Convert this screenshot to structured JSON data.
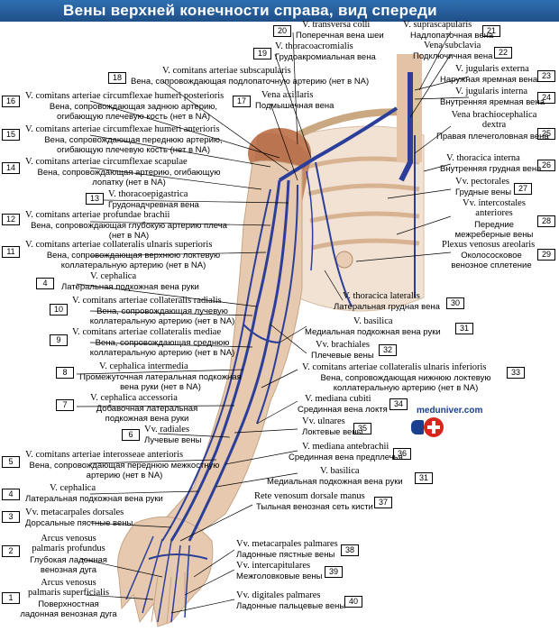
{
  "title": "Вены верхней конечности справа, вид спереди",
  "watermark": "meduniver.com",
  "colors": {
    "title_bar": "#2a64a4",
    "vein": "#2b3f9a",
    "bone": "#c9a882",
    "muscle": "#b97d5a"
  },
  "left_labels": [
    {
      "n": "16",
      "lat": "V. comitans arteriae circumflexae humeri posterioris",
      "ru": "Вена, сопровождающая заднюю артерию, огибающую плечевую кость (нет в NA)"
    },
    {
      "n": "15",
      "lat": "V. comitans arteriae circumflexae humeri anterioris",
      "ru": "Вена, сопровождающая переднюю артерию, огибающую плечевую кость (нет в NA)"
    },
    {
      "n": "14",
      "lat": "V. comitans arteriae circumflexae scapulae",
      "ru": "Вена, сопровождающая артерию, огибающую лопатку (нет в NA)"
    },
    {
      "n": "13",
      "lat": "V. thoracoepigastrica",
      "ru": "Грудонадчревная вена"
    },
    {
      "n": "12",
      "lat": "V. comitans arteriae profundae brachii",
      "ru": "Вена, сопровождающая глубокую артерию плеча (нет в NA)"
    },
    {
      "n": "11",
      "lat": "V. comitans arteriae collateralis ulnaris superioris",
      "ru": "Вена, сопровождающая верхнюю локтевую коллатеральную артерию (нет в NA)"
    },
    {
      "n": "4",
      "lat": "V. cephalica",
      "ru": "Латеральная подкожная вена руки"
    },
    {
      "n": "10",
      "lat": "V. comitans arteriae collateralis radialis",
      "ru": "Вена, сопровождающая лучевую коллатеральную артерию (нет в NA)"
    },
    {
      "n": "9",
      "lat": "V. comitans arteriae collateralis mediae",
      "ru": "Вена, сопровождающая среднюю коллатеральную артерию (нет в NA)"
    },
    {
      "n": "8",
      "lat": "V. cephalica intermedia",
      "ru": "Промежуточная латеральная подкожная вена руки (нет в NA)"
    },
    {
      "n": "7",
      "lat": "V. cephalica accessoria",
      "ru": "Добавочная латеральная подкожная вена руки"
    },
    {
      "n": "6",
      "lat": "Vv. radiales",
      "ru": "Лучевые вены"
    },
    {
      "n": "5",
      "lat": "V. comitans arteriae interosseae anterioris",
      "ru": "Вена, сопровождающая переднюю межкостную артерию (нет в NA)"
    },
    {
      "n": "4",
      "lat": "V. cephalica",
      "ru": "Латеральная подкожная вена руки"
    },
    {
      "n": "3",
      "lat": "Vv. metacarpales dorsales",
      "ru": "Дорсальные пястные вены"
    },
    {
      "n": "2",
      "lat": "Arcus venosus palmaris profundus",
      "ru": "Глубокая ладонная венозная дуга"
    },
    {
      "n": "1",
      "lat": "Arcus venosus palmaris superficialis",
      "ru": "Поверхностная ладонная венозная дуга"
    }
  ],
  "top_labels": [
    {
      "n": "20",
      "lat": "V. transversa colli",
      "ru": "Поперечная вена шеи"
    },
    {
      "n": "19",
      "lat": "V. thoracoacromialis",
      "ru": "Грудоакромиальная вена"
    },
    {
      "n": "18",
      "lat": "V. comitans arteriae subscapularis",
      "ru": "Вена, сопровождающая подлопаточную артерию (нет в NA)"
    },
    {
      "n": "17",
      "lat": "Vena axillaris",
      "ru": "Подмышечная вена"
    }
  ],
  "right_labels": [
    {
      "n": "21",
      "lat": "V. suprascapularis",
      "ru": "Надлопаточная вена"
    },
    {
      "n": "22",
      "lat": "Vena subclavia",
      "ru": "Подключичная вена"
    },
    {
      "n": "23",
      "lat": "V. jugularis externa",
      "ru": "Наружная яремная вена"
    },
    {
      "n": "24",
      "lat": "V. jugularis interna",
      "ru": "Внутренняя яремная вена"
    },
    {
      "n": "25",
      "lat": "Vena brachiocephalica dextra",
      "ru": "Правая плечеголовная вена"
    },
    {
      "n": "26",
      "lat": "V. thoracica interna",
      "ru": "Внутренняя грудная вена"
    },
    {
      "n": "27",
      "lat": "Vv. pectorales",
      "ru": "Грудные вены"
    },
    {
      "n": "28",
      "lat": "Vv. intercostales anteriores",
      "ru": "Передние межреберные вены"
    },
    {
      "n": "29",
      "lat": "Plexus venosus areolaris",
      "ru": "Околососковое венозное сплетение"
    },
    {
      "n": "30",
      "lat": "V. thoracica lateralis",
      "ru": "Латеральная грудная вена"
    },
    {
      "n": "31",
      "lat": "V. basilica",
      "ru": "Медиальная подкожная вена руки"
    },
    {
      "n": "32",
      "lat": "Vv. brachiales",
      "ru": "Плечевые вены"
    },
    {
      "n": "33",
      "lat": "V. comitans arteriae collateralis ulnaris inferioris",
      "ru": "Вена, сопровождающая нижнюю локтевую коллатеральную артерию (нет в NA)"
    },
    {
      "n": "34",
      "lat": "V. mediana cubiti",
      "ru": "Срединная вена локтя"
    },
    {
      "n": "35",
      "lat": "Vv. ulnares",
      "ru": "Локтевые вены"
    },
    {
      "n": "36",
      "lat": "V. mediana antebrachii",
      "ru": "Срединная вена предплечья"
    },
    {
      "n": "31",
      "lat": "V. basilica",
      "ru": "Медиальная подкожная вена руки"
    },
    {
      "n": "37",
      "lat": "Rete venosum dorsale manus",
      "ru": "Тыльная венозная сеть кисти"
    },
    {
      "n": "38",
      "lat": "Vv. metacarpales palmares",
      "ru": "Ладонные пястные вены"
    },
    {
      "n": "39",
      "lat": "Vv. intercapitulares",
      "ru": "Межголовковые вены"
    },
    {
      "n": "40",
      "lat": "Vv. digitales palmares",
      "ru": "Ладонные пальцевые вены"
    }
  ]
}
